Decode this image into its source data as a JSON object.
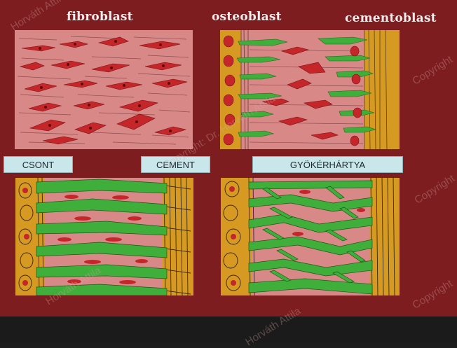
{
  "headings": {
    "fibroblast": "fibroblast",
    "osteoblast": "osteoblast",
    "cementoblast": "cementoblast"
  },
  "labels": {
    "csont": "CSONT",
    "cement": "CEMENT",
    "gyokerhartya": "GYÖKÉRHÁRTYA"
  },
  "watermarks": {
    "copyright": "Copyright",
    "author": "Horváth Attila",
    "copyright_author": "Copyright: Dr. Horváth Attila"
  },
  "colors": {
    "slide_background": "#7d1d1f",
    "panel_pink": "#d98888",
    "cell_red": "#c4262a",
    "fiber_green": "#3fae3a",
    "bone_yellow": "#d69a23",
    "label_fill": "#c9e6ea"
  }
}
